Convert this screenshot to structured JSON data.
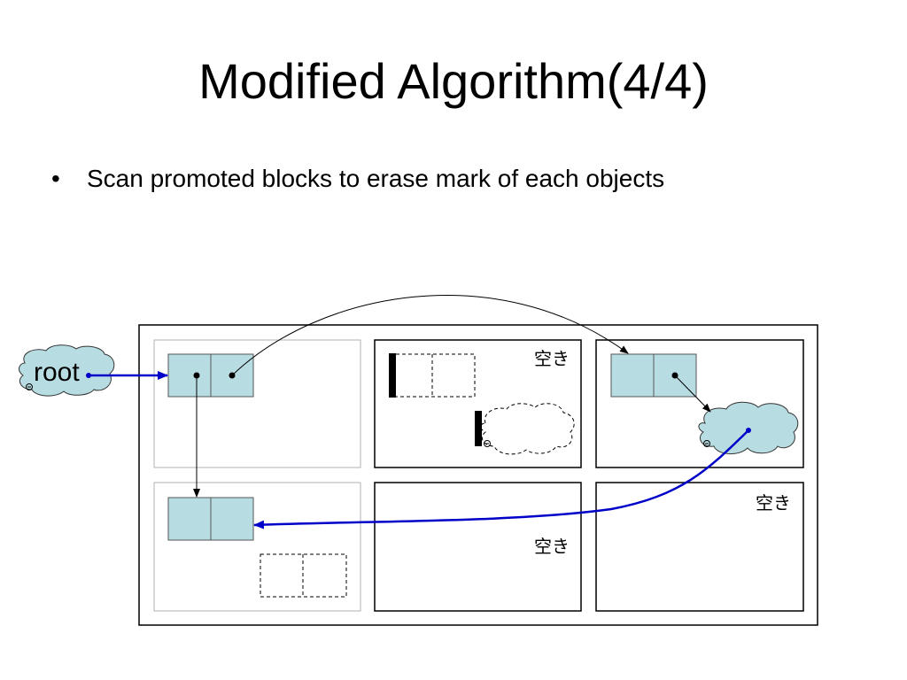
{
  "slide": {
    "title": "Modified Algorithm(4/4)",
    "bullet_marker": "•",
    "bullets": [
      "Scan promoted blocks to erase mark of each objects"
    ]
  },
  "diagram": {
    "root_label": "root",
    "free_label": "空き",
    "colors": {
      "object_fill": "#b7dde2",
      "pointer_arrow": "#0000c8",
      "heap_border": "#000000",
      "promoted_block_border": "#b0b0b0"
    }
  }
}
